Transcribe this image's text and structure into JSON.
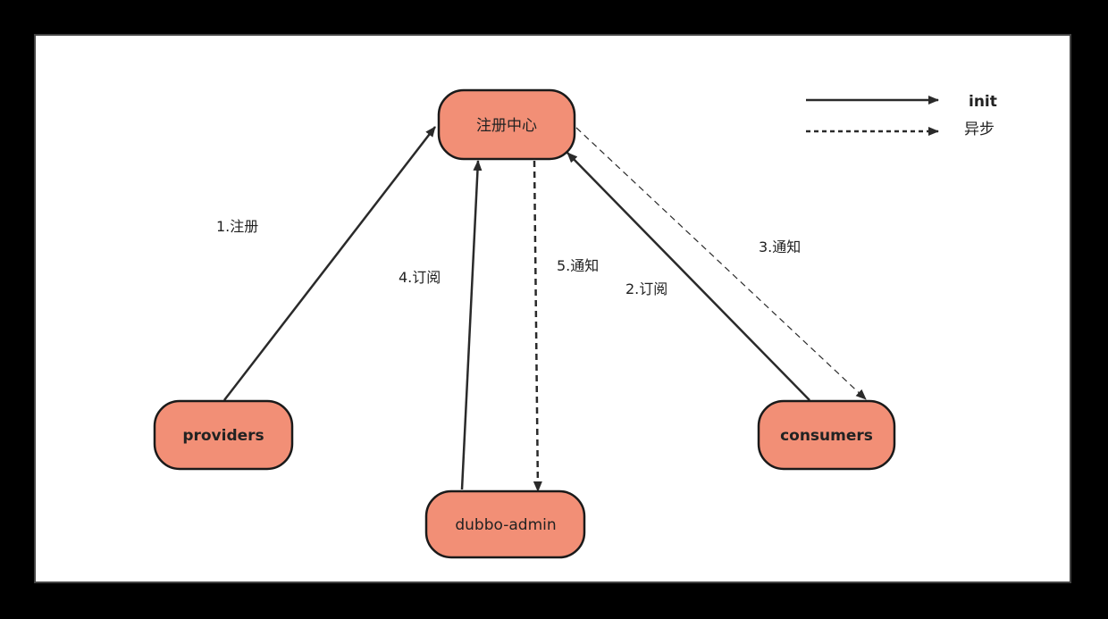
{
  "colors": {
    "node_fill": "#f28f76",
    "node_stroke": "#1a1a1a",
    "edge": "#2a2a2a",
    "background": "#ffffff",
    "outer": "#000000"
  },
  "nodes": {
    "registry": "注册中心",
    "providers": "providers",
    "consumers": "consumers",
    "admin": "dubbo-admin"
  },
  "edges": {
    "provider_register": "1.注册",
    "consumer_subscribe": "2.订阅",
    "consumer_notify": "3.通知",
    "admin_subscribe": "4.订阅",
    "admin_notify": "5.通知"
  },
  "legend": {
    "solid_label": "init",
    "dashed_label": "异步"
  }
}
